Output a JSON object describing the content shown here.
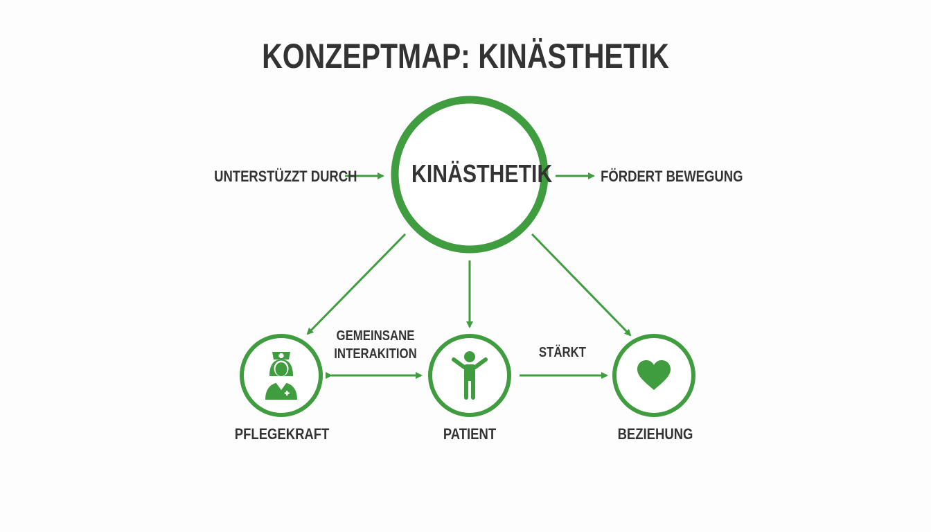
{
  "title": "KONZEPTMAP: KINÄSTHETIK",
  "colors": {
    "accent": "#3f9c3f",
    "text": "#333333",
    "background": "#fdfdfd"
  },
  "center": {
    "label": "KINÄSTHETIK"
  },
  "side_labels": {
    "left": "UNTERSTÜZZT DURCH",
    "right": "FÖRDERT BEWEGUNG"
  },
  "nodes": [
    {
      "id": "pflegekraft",
      "label": "PFLEGEKRAFT",
      "icon": "nurse-icon"
    },
    {
      "id": "patient",
      "label": "PATIENT",
      "icon": "person-icon"
    },
    {
      "id": "beziehung",
      "label": "BEZIEHUNG",
      "icon": "heart-icon"
    }
  ],
  "edges": [
    {
      "from": "pflegekraft",
      "to": "patient",
      "label_line1": "GEMEINSANE",
      "label_line2": "INTERAKITION",
      "direction": "both"
    },
    {
      "from": "patient",
      "to": "beziehung",
      "label": "STÄRKT",
      "direction": "forward"
    }
  ]
}
